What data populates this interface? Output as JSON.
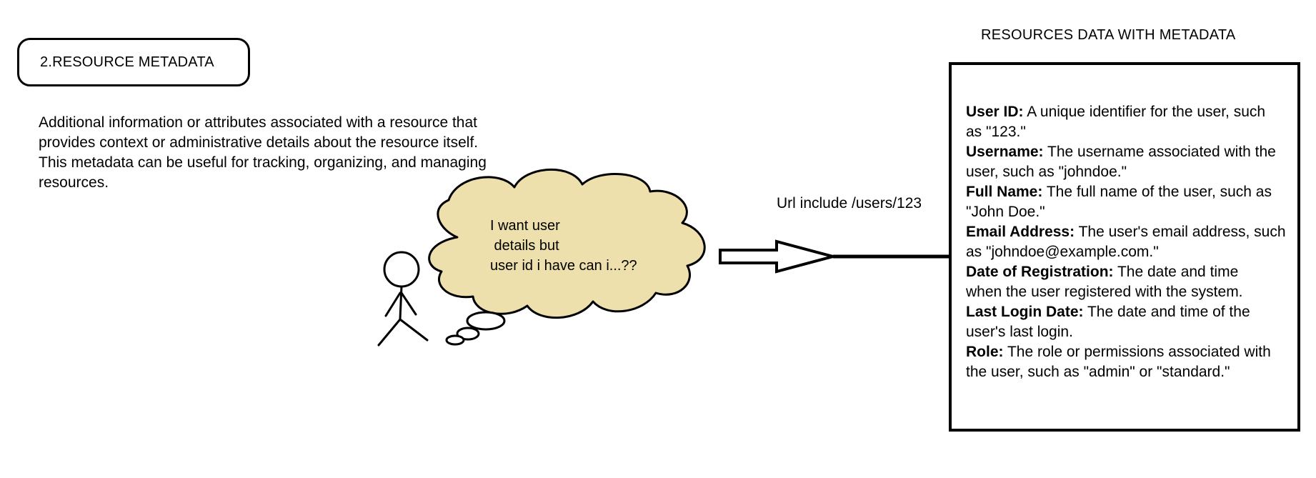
{
  "header": {
    "section_title": "2.RESOURCE METADATA"
  },
  "description": {
    "lines": [
      "Additional information or attributes associated with a resource that",
      "provides context or administrative details about the resource itself.",
      "This metadata can be useful for tracking, organizing, and managing",
      "resources."
    ]
  },
  "thought": {
    "lines": [
      "I want user",
      " details but",
      "user id i have can i...??"
    ]
  },
  "arrow": {
    "label": "Url include /users/123"
  },
  "panel": {
    "title": "RESOURCES DATA  WITH METADATA",
    "fields": [
      {
        "label": "User ID:",
        "line1": " A unique identifier for the user, such",
        "line2": "as \"123.\""
      },
      {
        "label": "Username:",
        "line1": " The username associated with the",
        "line2": "user, such as \"johndoe.\""
      },
      {
        "label": "Full Name:",
        "line1": " The full name of the user, such as",
        "line2": "\"John Doe.\""
      },
      {
        "label": "Email Address:",
        "line1": " The user's email address, such",
        "line2": "as \"johndoe@example.com.\""
      },
      {
        "label": "Date of Registration:",
        "line1": " The date and time",
        "line2": "when the user registered with the system."
      },
      {
        "label": "Last Login Date:",
        "line1": " The date and time of the",
        "line2": "user's last login."
      },
      {
        "label": "Role:",
        "line1": " The role or permissions associated with",
        "line2": "the user, such as \"admin\" or \"standard.\""
      }
    ]
  },
  "colors": {
    "cloud_fill": "#eee0ad",
    "stroke": "#000000"
  }
}
